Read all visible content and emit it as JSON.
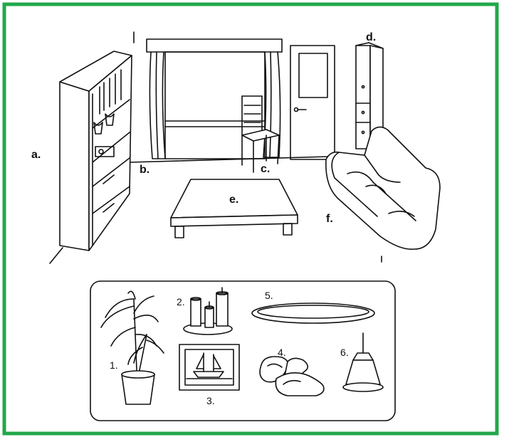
{
  "scene_labels": {
    "a": "a.",
    "b": "b.",
    "c": "c.",
    "d": "d.",
    "e": "e.",
    "f": "f."
  },
  "item_labels": {
    "n1": "1.",
    "n2": "2.",
    "n3": "3.",
    "n4": "4.",
    "n5": "5.",
    "n6": "6."
  },
  "colors": {
    "border": "#22a84a",
    "ink": "#111111",
    "paper": "#ffffff"
  }
}
